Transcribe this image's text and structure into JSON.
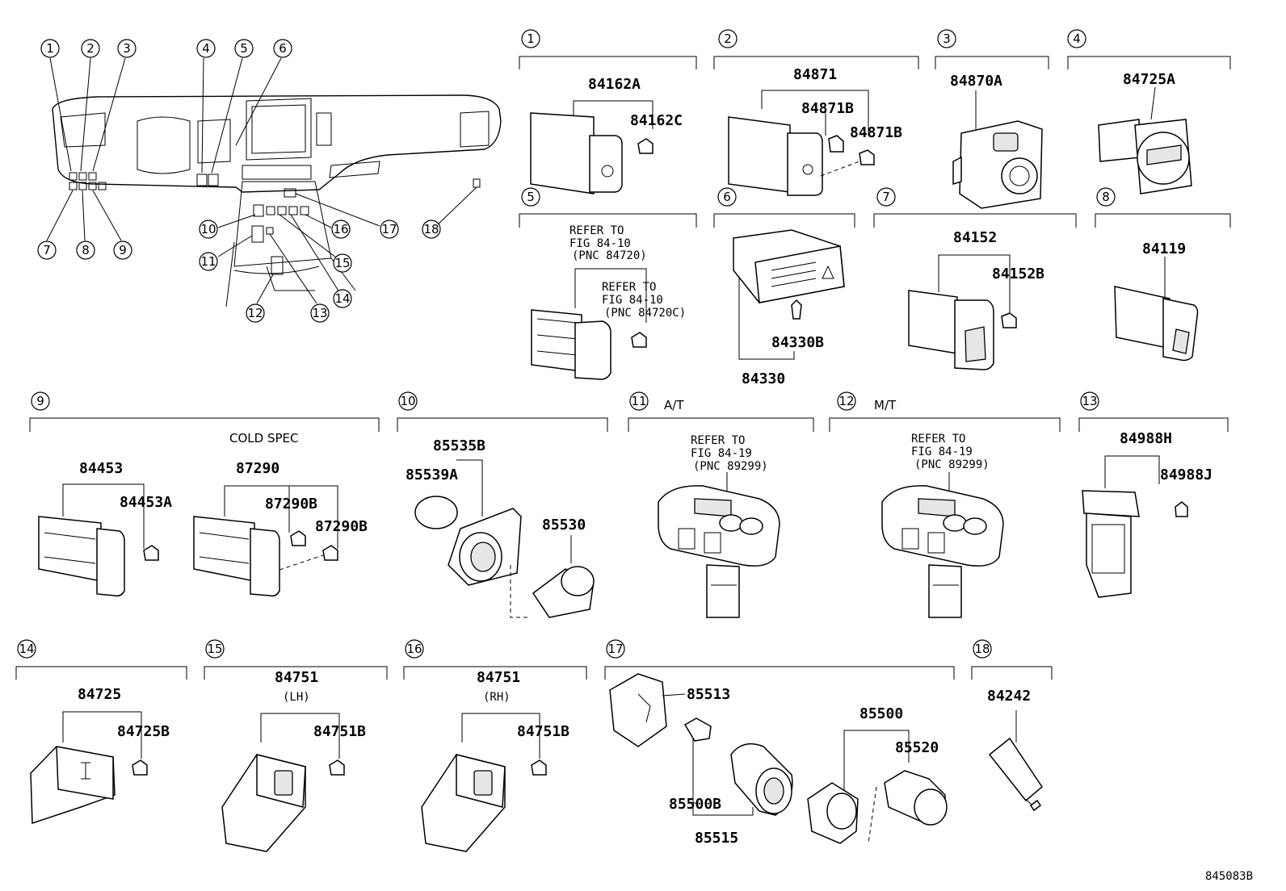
{
  "diagram_id": "845083B",
  "dashboard_markers": [
    "1",
    "2",
    "3",
    "4",
    "5",
    "6",
    "7",
    "8",
    "9",
    "10",
    "11",
    "12",
    "13",
    "14",
    "15",
    "16",
    "17",
    "18"
  ],
  "groups": [
    {
      "num": "1",
      "caption": "",
      "parts": [
        "84162A",
        "84162C"
      ],
      "notes": []
    },
    {
      "num": "2",
      "caption": "",
      "parts": [
        "84871",
        "84871B",
        "84871B"
      ],
      "notes": []
    },
    {
      "num": "3",
      "caption": "",
      "parts": [
        "84870A"
      ],
      "notes": []
    },
    {
      "num": "4",
      "caption": "",
      "parts": [
        "84725A"
      ],
      "notes": []
    },
    {
      "num": "5",
      "caption": "",
      "parts": [],
      "notes": [
        "REFER TO",
        "FIG 84-10",
        "(PNC 84720)",
        "REFER TO",
        "FIG 84-10",
        "(PNC 84720C)"
      ]
    },
    {
      "num": "6",
      "caption": "",
      "parts": [
        "84330B",
        "84330"
      ],
      "notes": []
    },
    {
      "num": "7",
      "caption": "",
      "parts": [
        "84152",
        "84152B"
      ],
      "notes": []
    },
    {
      "num": "8",
      "caption": "",
      "parts": [
        "84119"
      ],
      "notes": []
    },
    {
      "num": "9",
      "caption": "COLD SPEC",
      "parts": [
        "84453",
        "84453A",
        "87290",
        "87290B",
        "87290B"
      ],
      "notes": []
    },
    {
      "num": "10",
      "caption": "",
      "parts": [
        "85535B",
        "85539A",
        "85530"
      ],
      "notes": []
    },
    {
      "num": "11",
      "caption": "A/T",
      "parts": [],
      "notes": [
        "REFER TO",
        "FIG 84-19",
        "(PNC 89299)"
      ]
    },
    {
      "num": "12",
      "caption": "M/T",
      "parts": [],
      "notes": [
        "REFER TO",
        "FIG 84-19",
        "(PNC 89299)"
      ]
    },
    {
      "num": "13",
      "caption": "",
      "parts": [
        "84988H",
        "84988J"
      ],
      "notes": []
    },
    {
      "num": "14",
      "caption": "",
      "parts": [
        "84725",
        "84725B"
      ],
      "notes": []
    },
    {
      "num": "15",
      "caption": "",
      "parts": [
        "84751",
        "(LH)",
        "84751B"
      ],
      "notes": []
    },
    {
      "num": "16",
      "caption": "",
      "parts": [
        "84751",
        "(RH)",
        "84751B"
      ],
      "notes": []
    },
    {
      "num": "17",
      "caption": "",
      "parts": [
        "85513",
        "85500B",
        "85515",
        "85500",
        "85520"
      ],
      "notes": []
    },
    {
      "num": "18",
      "caption": "",
      "parts": [
        "84242"
      ],
      "notes": []
    }
  ]
}
